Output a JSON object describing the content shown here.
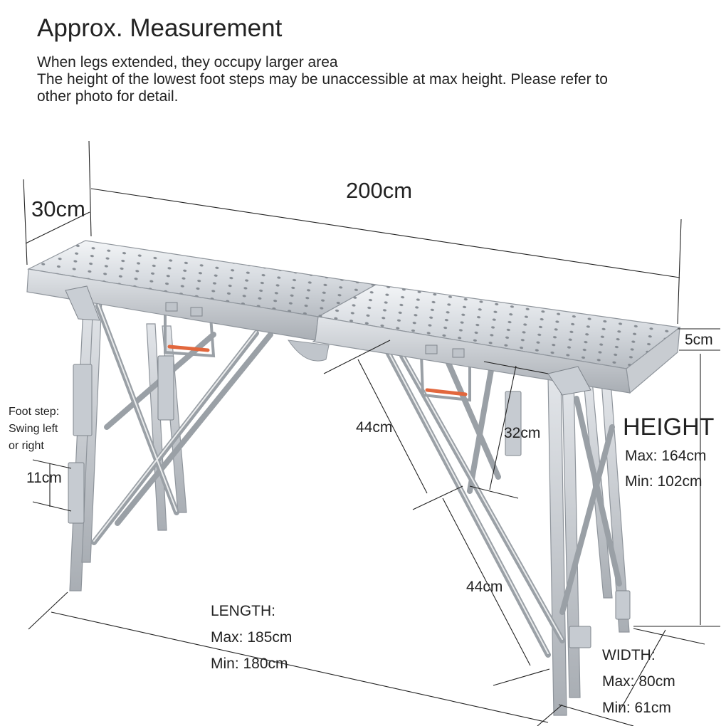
{
  "header": {
    "title": "Approx. Measurement",
    "notes": [
      "When legs extended, they occupy larger area",
      "The height of the lowest foot steps may be unaccessible at max height. Please refer to",
      "other photo for detail."
    ]
  },
  "dimensions": {
    "depth": "30cm",
    "top_length": "200cm",
    "thickness": "5cm",
    "brace_upper": "44cm",
    "brace_lower": "44cm",
    "hinge_gap": "32cm",
    "foot_step_height": "11cm"
  },
  "foot_step": {
    "lines": [
      "Foot step:",
      "Swing left",
      "or right"
    ]
  },
  "height": {
    "heading": "HEIGHT",
    "max": "Max: 164cm",
    "min": "Min: 102cm"
  },
  "length": {
    "heading": "LENGTH:",
    "max": "Max: 185cm",
    "min": "Min: 180cm"
  },
  "width": {
    "heading": "WIDTH:",
    "max": "Max: 80cm",
    "min": "Min: 61cm"
  },
  "colors": {
    "text": "#222222",
    "aluminum": "#d9dde2",
    "aluminum_edge": "#8f959c",
    "handle_accent": "#e2673d"
  }
}
